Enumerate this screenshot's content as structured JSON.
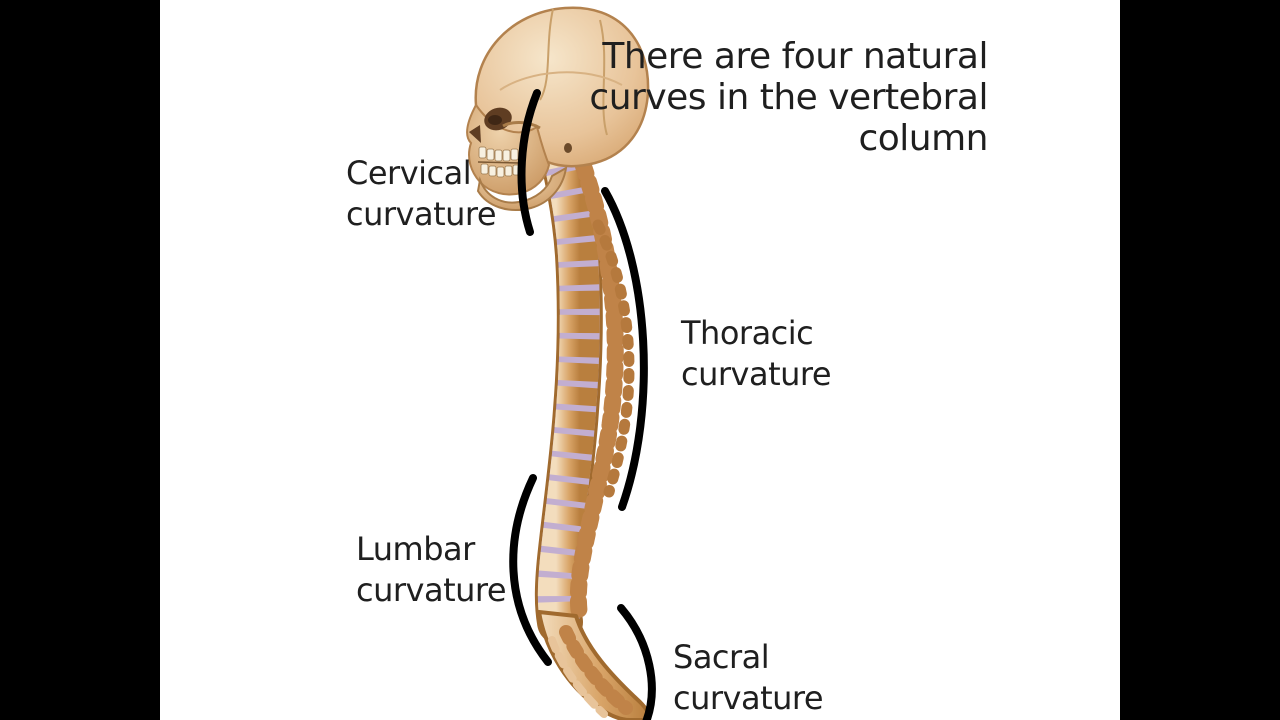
{
  "frame": {
    "kind": "video-frame-letterboxed",
    "letterbox_color": "#000000",
    "background": "#ffffff"
  },
  "caption": {
    "lines": [
      "There are four natural",
      "curves in the vertebral",
      "column"
    ]
  },
  "curve_labels": [
    {
      "id": "cervical",
      "line1": "Cervical",
      "line2": "curvature"
    },
    {
      "id": "thoracic",
      "line1": "Thoracic",
      "line2": "curvature"
    },
    {
      "id": "lumbar",
      "line1": "Lumbar",
      "line2": "curvature"
    },
    {
      "id": "sacral",
      "line1": "Sacral",
      "line2": "curvature"
    }
  ],
  "figure": {
    "subject": "lateral view of human skull and vertebral column",
    "curve_arcs": [
      "cervical",
      "thoracic",
      "lumbar",
      "sacral"
    ],
    "colors": {
      "bone_light": "#f3ddbd",
      "bone_mid": "#d9a569",
      "bone_dark": "#b97f3e",
      "bone_outline": "#a06a2e",
      "disc": "#c2aed0",
      "socket": "#5f3d22",
      "teeth": "#f7f0e0",
      "arc": "#000000",
      "text": "#1f1f1f"
    }
  }
}
